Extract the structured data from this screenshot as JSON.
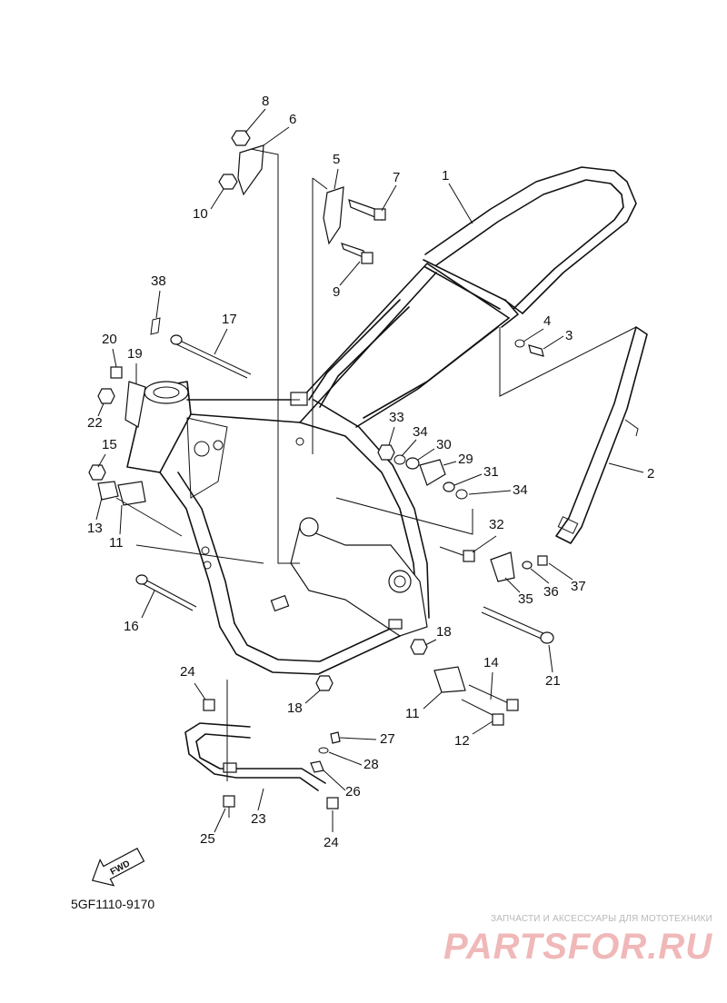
{
  "diagram": {
    "code": "5GF1110-9170",
    "fwd_label": "FWD",
    "callouts": [
      "1",
      "2",
      "3",
      "4",
      "5",
      "6",
      "7",
      "8",
      "9",
      "10",
      "11",
      "11",
      "12",
      "13",
      "14",
      "15",
      "16",
      "17",
      "18",
      "18",
      "19",
      "20",
      "21",
      "22",
      "23",
      "24",
      "24",
      "25",
      "26",
      "27",
      "28",
      "29",
      "30",
      "31",
      "32",
      "33",
      "34",
      "34",
      "35",
      "36",
      "37",
      "38"
    ]
  },
  "watermark": {
    "tagline": "ЗАПЧАСТИ И АКСЕССУАРЫ ДЛЯ МОТОТЕХНИКИ",
    "logo": "PARTSFOR.RU"
  }
}
